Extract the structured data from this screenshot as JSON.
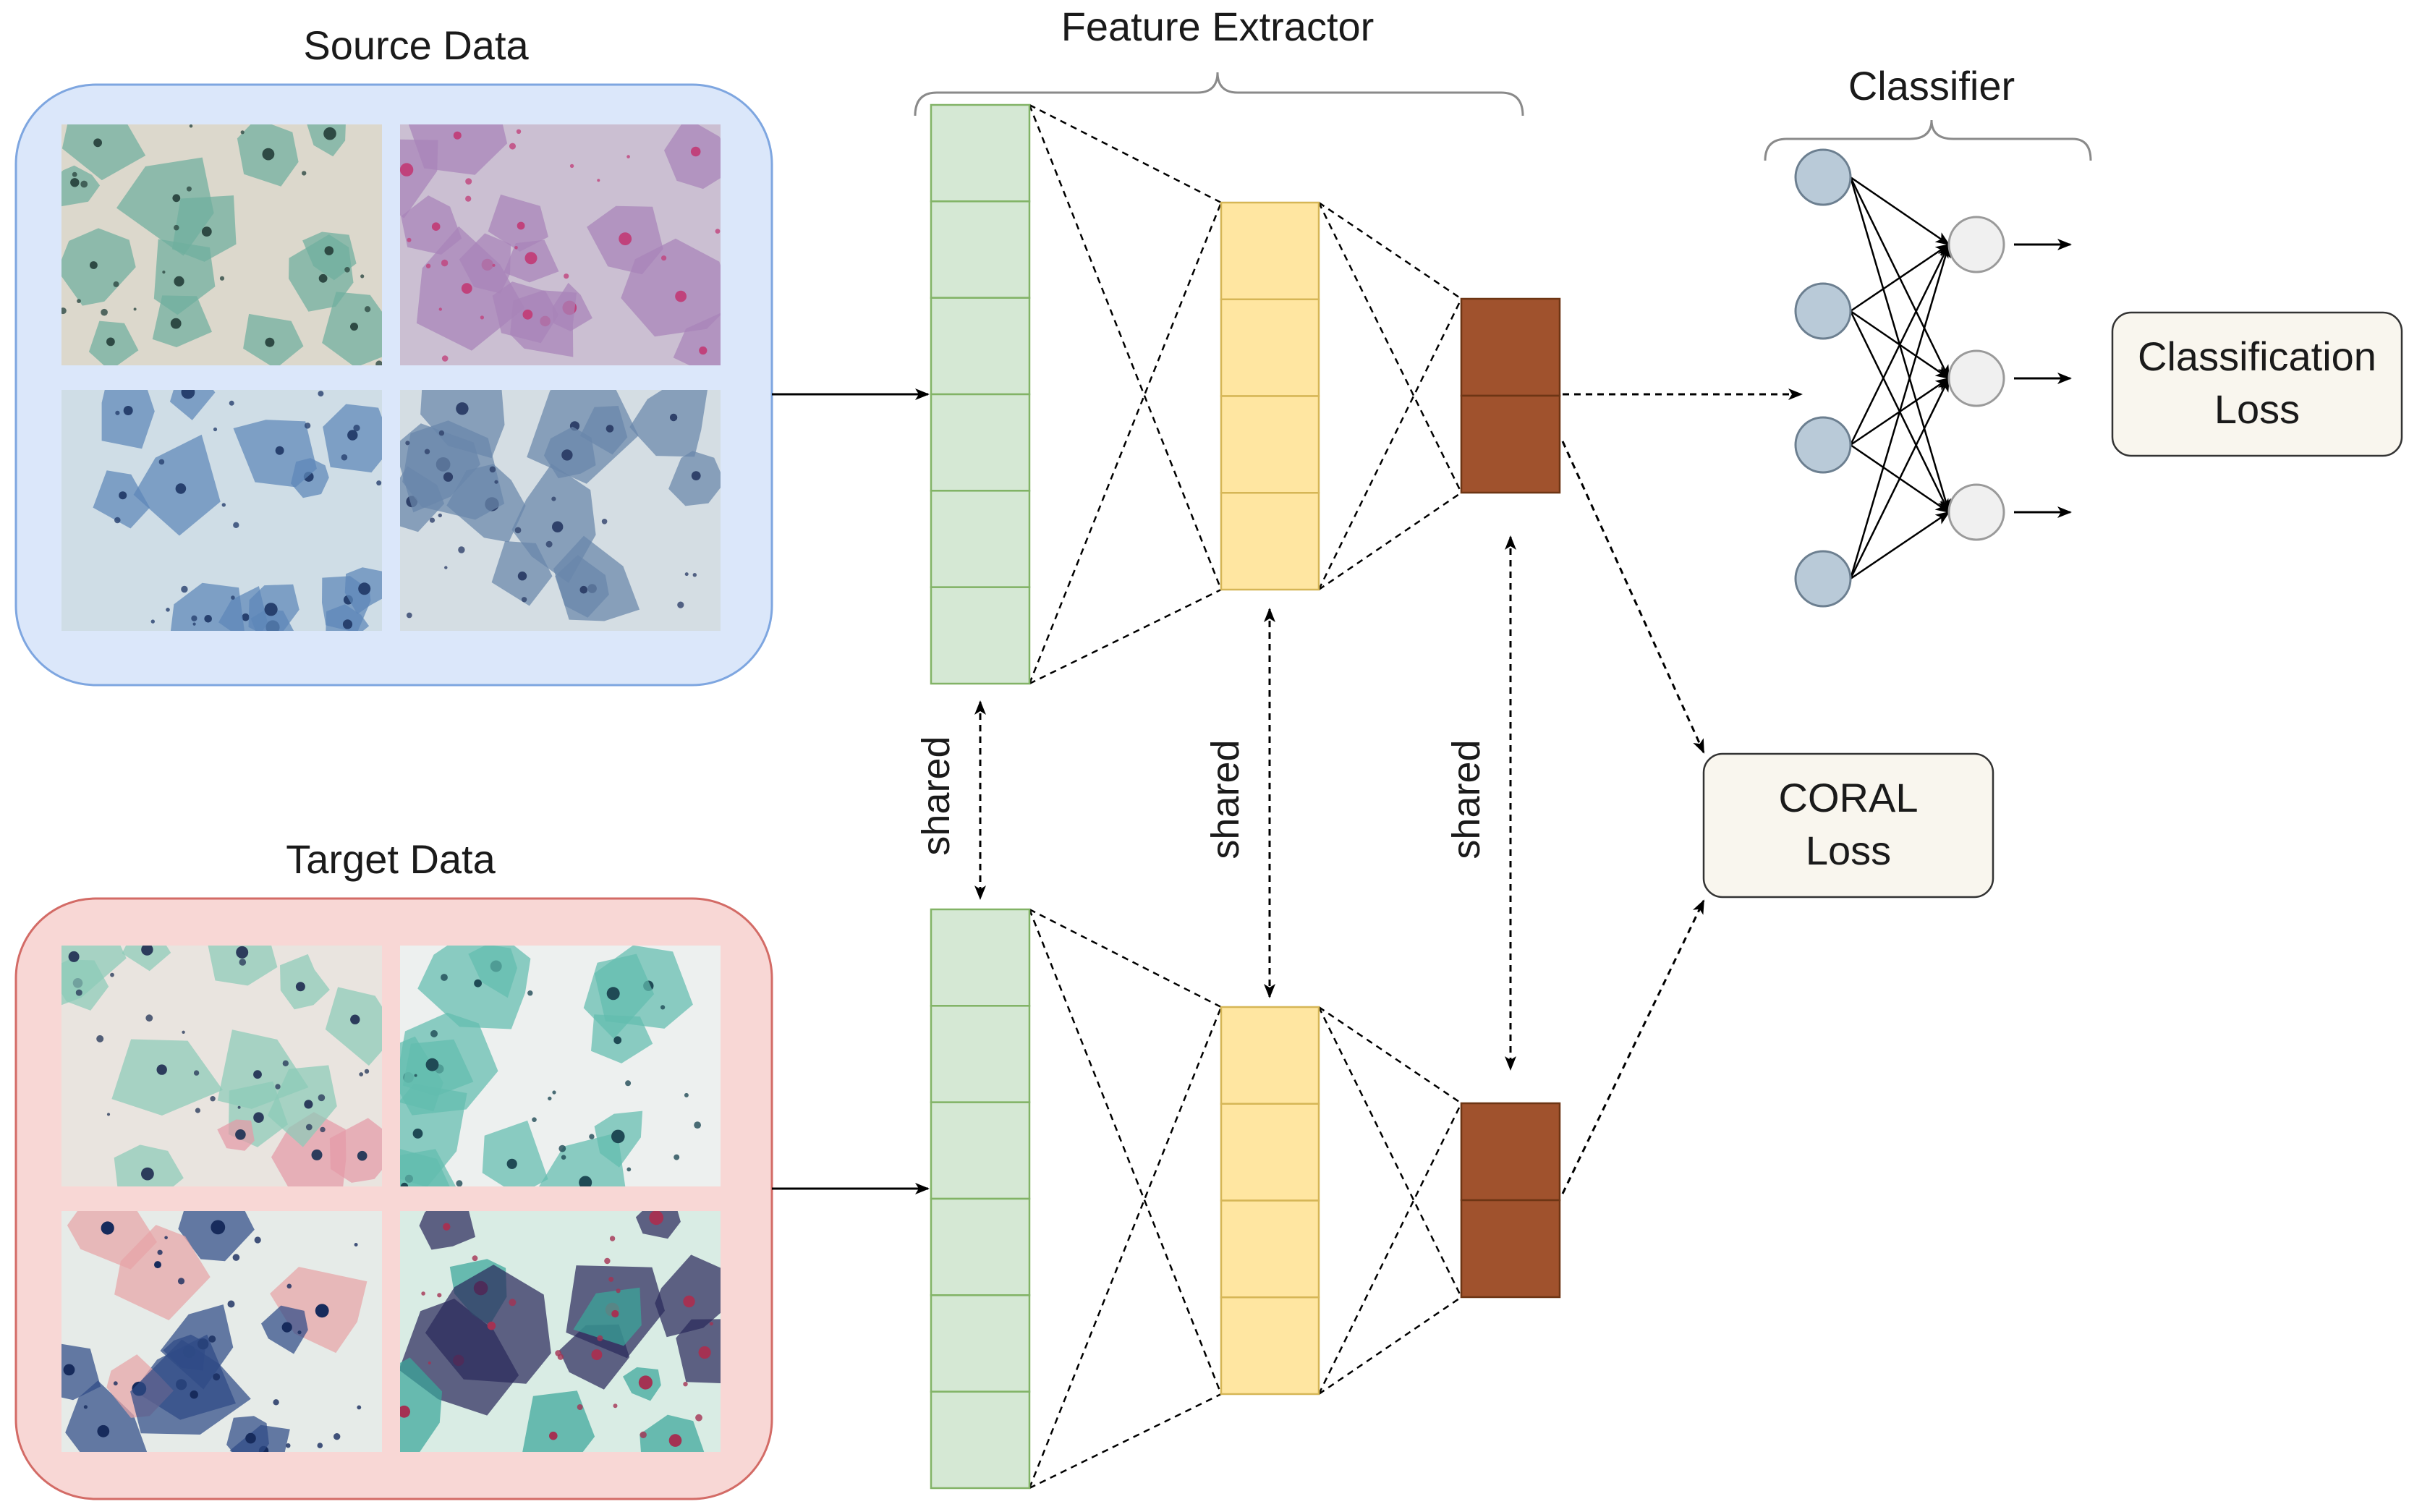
{
  "source": {
    "title": "Source Data",
    "panel_fill": "#dbe7fa",
    "panel_stroke": "#7ea6e0",
    "tiles": [
      {
        "bg": "#dcd8cc",
        "cell": "#6fae9e",
        "nucleus": "#2e4a44"
      },
      {
        "bg": "#cbbfd2",
        "cell": "#a783b8",
        "nucleus": "#c0427c"
      },
      {
        "bg": "#cfdde6",
        "cell": "#5d86b8",
        "nucleus": "#27406e"
      },
      {
        "bg": "#d4dde3",
        "cell": "#6a86ab",
        "nucleus": "#2f416a"
      }
    ]
  },
  "target": {
    "title": "Target Data",
    "panel_fill": "#f8d7d5",
    "panel_stroke": "#d36b66",
    "tiles": [
      {
        "bg": "#e9e4df",
        "cell": "#8ccab8",
        "cell2": "#e49aa7",
        "nucleus": "#2c3c5c"
      },
      {
        "bg": "#edf0ef",
        "cell": "#62bcae",
        "nucleus": "#1f4a55"
      },
      {
        "bg": "#e6ebe8",
        "cell": "#2f4b86",
        "cell2": "#e8a3a6",
        "nucleus": "#172b5c"
      },
      {
        "bg": "#d9ece4",
        "cell": "#3aa69a",
        "cell2": "#2b2a5c",
        "nucleus": "#a43253"
      }
    ]
  },
  "feature_extractor": {
    "title": "Feature Extractor",
    "layer_colors": {
      "l1_fill": "#d5e8d4",
      "l1_stroke": "#82b366",
      "l2_fill": "#ffe6a1",
      "l2_stroke": "#d6b656",
      "l3_fill": "#a0522d",
      "l3_stroke": "#6d3514"
    },
    "shared_labels": [
      "shared",
      "shared",
      "shared"
    ]
  },
  "classifier": {
    "title": "Classifier",
    "input_node_color": "#b9cad8",
    "output_node_color": "#f0f0f0"
  },
  "losses": {
    "classification": [
      "Classification",
      "Loss"
    ],
    "coral": [
      "CORAL",
      "Loss"
    ],
    "box_fill": "#f9f6ee"
  }
}
